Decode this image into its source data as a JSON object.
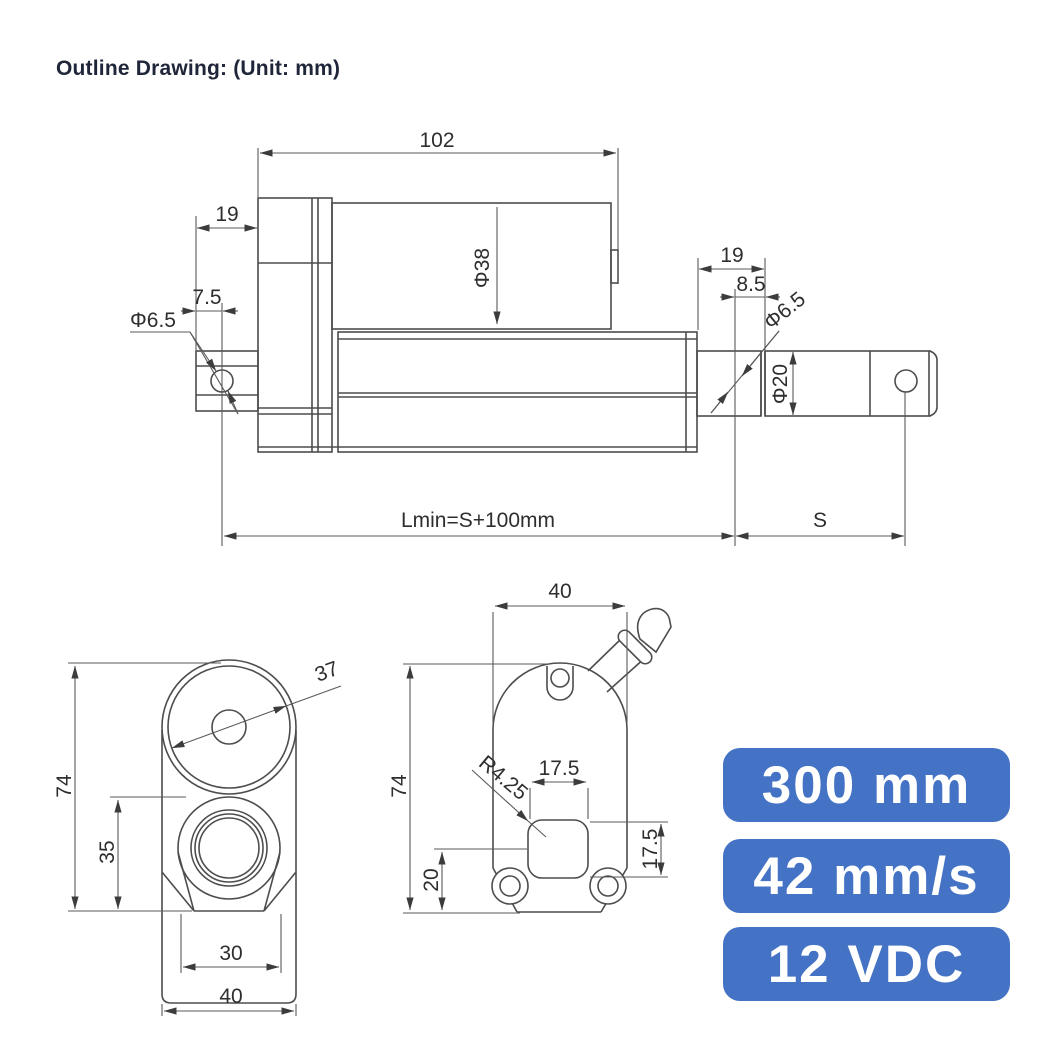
{
  "title": "Outline Drawing: (Unit: mm)",
  "colors": {
    "badge_blue": "#4472C4",
    "badge_text": "#FFFFFF",
    "line_gray": "#4d4d4d",
    "dim_text": "#2e2e2e"
  },
  "side_view": {
    "dim_body_length": "102",
    "dim_rear_bracket_width": "19",
    "dim_rear_hole_offset": "7.5",
    "dim_rear_hole_dia": "Φ6.5",
    "dim_motor_dia": "Φ38",
    "dim_rod_end_width": "19",
    "dim_rod_hole_offset": "8.5",
    "dim_rod_hole_dia": "Φ6.5",
    "dim_rod_dia": "Φ20",
    "dim_retracted_length": "Lmin=S+100mm",
    "dim_stroke": "S"
  },
  "front_view": {
    "dim_height": "74",
    "dim_tube_center_height": "35",
    "dim_motor_dia": "37",
    "dim_slot_width": "30",
    "dim_width": "40"
  },
  "rear_view": {
    "dim_width": "40",
    "dim_height": "74",
    "dim_corner_radius": "R4.25",
    "dim_boss_width": "17.5",
    "dim_boss_height": "17.5",
    "dim_boss_bottom_offset": "20"
  },
  "badges": [
    {
      "label": "300 mm"
    },
    {
      "label": "42 mm/s"
    },
    {
      "label": "12 VDC"
    }
  ]
}
